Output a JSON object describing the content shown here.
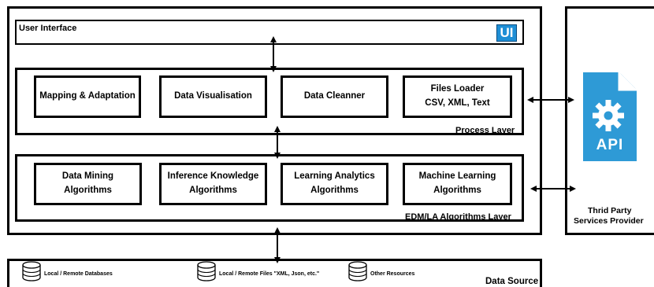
{
  "user_interface": {
    "label": "User Interface",
    "badge": "UI",
    "badge_color": "#1f8fd6"
  },
  "process_layer": {
    "label": "Process Layer",
    "components": [
      {
        "lines": [
          "Mapping & Adaptation"
        ]
      },
      {
        "lines": [
          "Data Visualisation"
        ]
      },
      {
        "lines": [
          "Data Cleanner"
        ]
      },
      {
        "lines": [
          "Files Loader",
          "CSV, XML, Text"
        ]
      }
    ]
  },
  "algorithms_layer": {
    "label": "EDM/LA Algorithms Layer",
    "components": [
      {
        "lines": [
          "Data Mining",
          "Algorithms"
        ]
      },
      {
        "lines": [
          "Inference Knowledge",
          "Algorithms"
        ]
      },
      {
        "lines": [
          "Learning Analytics",
          "Algorithms"
        ]
      },
      {
        "lines": [
          "Machine Learning",
          "Algorithms"
        ]
      }
    ]
  },
  "data_source": {
    "label": "Data Source",
    "items": [
      {
        "label": "Local / Remote Databases",
        "icon": "database-icon"
      },
      {
        "label": "Local / Remote Files \"XML, Json, etc.\"",
        "icon": "database-icon"
      },
      {
        "label": "Other Resources",
        "icon": "database-icon"
      }
    ]
  },
  "third_party": {
    "icon_text": "API",
    "icon": "api-gear-document-icon",
    "icon_color": "#2e9ad6",
    "label_line1": "Thrid Party",
    "label_line2": "Services Provider"
  }
}
